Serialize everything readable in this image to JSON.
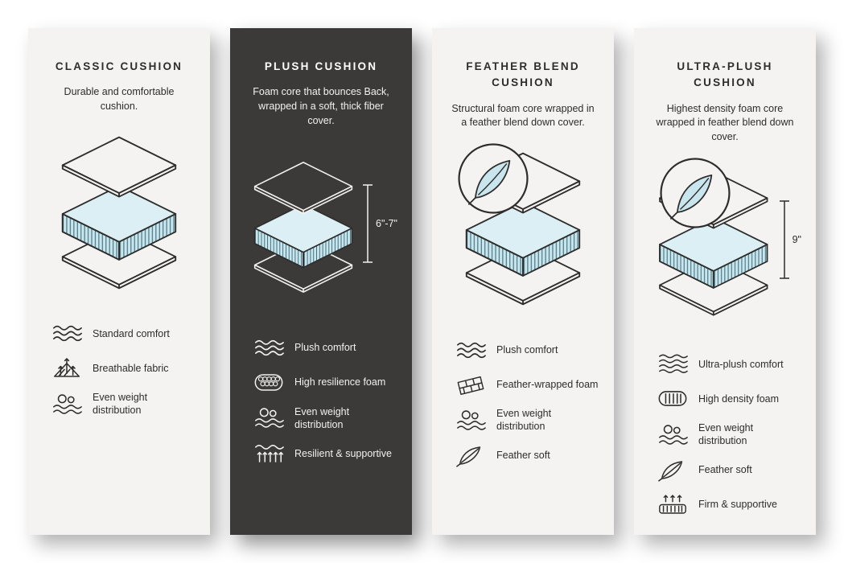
{
  "page": {
    "background": "#ffffff"
  },
  "colors": {
    "card_light": "#f4f3f1",
    "card_dark": "#3b3a38",
    "ink": "#2e2d2b",
    "foam_top": "#dbeff4",
    "foam_side": "#c9e6ee",
    "hatch": "#3f6d7a"
  },
  "cards": [
    {
      "id": "classic",
      "title": "CLASSIC CUSHION",
      "description": "Durable and comfortable cushion.",
      "theme": "light",
      "badge_icon": null,
      "height_label": null,
      "features": [
        {
          "icon": "comfort-waves-icon",
          "label": "Standard comfort"
        },
        {
          "icon": "breathable-fabric-icon",
          "label": "Breathable fabric"
        },
        {
          "icon": "weight-distribution-icon",
          "label": "Even weight distribution"
        }
      ]
    },
    {
      "id": "plush",
      "title": "PLUSH CUSHION",
      "description": "Foam core that bounces Back, wrapped in a soft, thick fiber cover.",
      "theme": "dark",
      "badge_icon": null,
      "height_label": "6\"-7\"",
      "features": [
        {
          "icon": "comfort-waves-icon",
          "label": "Plush comfort"
        },
        {
          "icon": "honeycomb-foam-icon",
          "label": "High resilience foam"
        },
        {
          "icon": "weight-distribution-icon",
          "label": "Even weight distribution"
        },
        {
          "icon": "springs-icon",
          "label": "Resilient & supportive"
        }
      ]
    },
    {
      "id": "feather-blend",
      "title": "FEATHER BLEND CUSHION",
      "description": "Structural foam core wrapped in a feather blend down cover.",
      "theme": "light",
      "badge_icon": "feather-badge-icon",
      "height_label": null,
      "features": [
        {
          "icon": "comfort-waves-icon",
          "label": "Plush comfort"
        },
        {
          "icon": "bricks-foam-icon",
          "label": "Feather-wrapped foam"
        },
        {
          "icon": "weight-distribution-icon",
          "label": "Even weight distribution"
        },
        {
          "icon": "feather-soft-icon",
          "label": "Feather soft"
        }
      ]
    },
    {
      "id": "ultra-plush",
      "title": "ULTRA-PLUSH CUSHION",
      "description": "Highest density foam core wrapped in feather blend down cover.",
      "theme": "light",
      "badge_icon": "feather-badge-icon",
      "height_label": "9\"",
      "features": [
        {
          "icon": "comfort-waves-4-icon",
          "label": "Ultra-plush comfort"
        },
        {
          "icon": "density-foam-icon",
          "label": "High density foam"
        },
        {
          "icon": "weight-distribution-icon",
          "label": "Even weight distribution"
        },
        {
          "icon": "feather-soft-icon",
          "label": "Feather soft"
        },
        {
          "icon": "firm-supportive-icon",
          "label": "Firm & supportive"
        }
      ]
    }
  ]
}
